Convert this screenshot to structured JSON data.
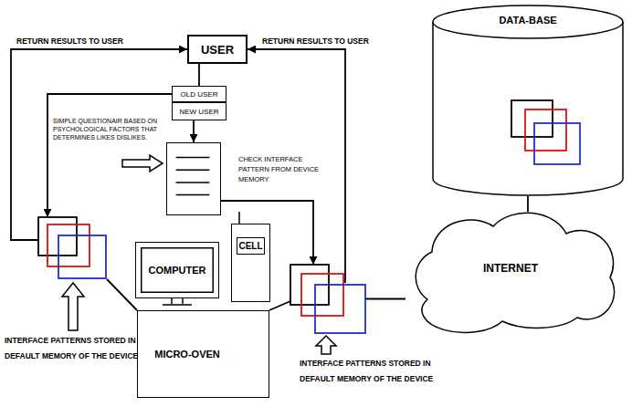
{
  "diagram": {
    "nodes": [
      {
        "text": [
          "USER"
        ]
      },
      {
        "text": [
          "OLD USER"
        ]
      },
      {
        "text": [
          "NEW USER"
        ]
      },
      {
        "text": [
          "CHECK INTERFACE PATTERN FROM DEVICE MEMORY"
        ]
      },
      {
        "text": [
          "INTERFACE PATTERNS STORED IN DEFAULT MEMORY OF THE DEVICE"
        ]
      },
      {
        "text": [
          "COMPUTER"
        ]
      },
      {
        "text": [
          "CELL"
        ]
      },
      {
        "text": [
          "INTERFACE PATTERNS STORED IN DEFAULT MEMORY OF THE DEVICE"
        ]
      },
      {
        "text": [
          "DATA-BASE"
        ]
      },
      {
        "text": [
          "INTERNET"
        ]
      },
      {
        "text": [
          "MICRO-OVEN"
        ]
      }
    ],
    "edges": [
      {
        "from": 0,
        "to": 1,
        "arrow": "none"
      },
      {
        "from": 1,
        "to": 4,
        "arrow": "to"
      },
      {
        "from": 2,
        "to": 3,
        "arrow": "to"
      },
      {
        "from": 3,
        "to": 7,
        "arrow": "to"
      },
      {
        "from": 4,
        "to": 0,
        "label": "RETURN RESULTS TO USER",
        "arrow": "to"
      },
      {
        "from": 7,
        "to": 0,
        "label": "RETURN RESULTS TO USER",
        "arrow": "to"
      },
      {
        "from": 7,
        "to": 9,
        "arrow": "none"
      },
      {
        "from": 9,
        "to": 8,
        "arrow": "none"
      },
      {
        "from": 4,
        "to": 10,
        "arrow": "none"
      },
      {
        "from": 7,
        "to": 10,
        "arrow": "none"
      }
    ],
    "labels": [
      "SIMPLE QUESTIONAIR BASED ON PSYCHOLOGICAL FACTORS THAT DETERMINES LIKES DISLIKES."
    ]
  }
}
